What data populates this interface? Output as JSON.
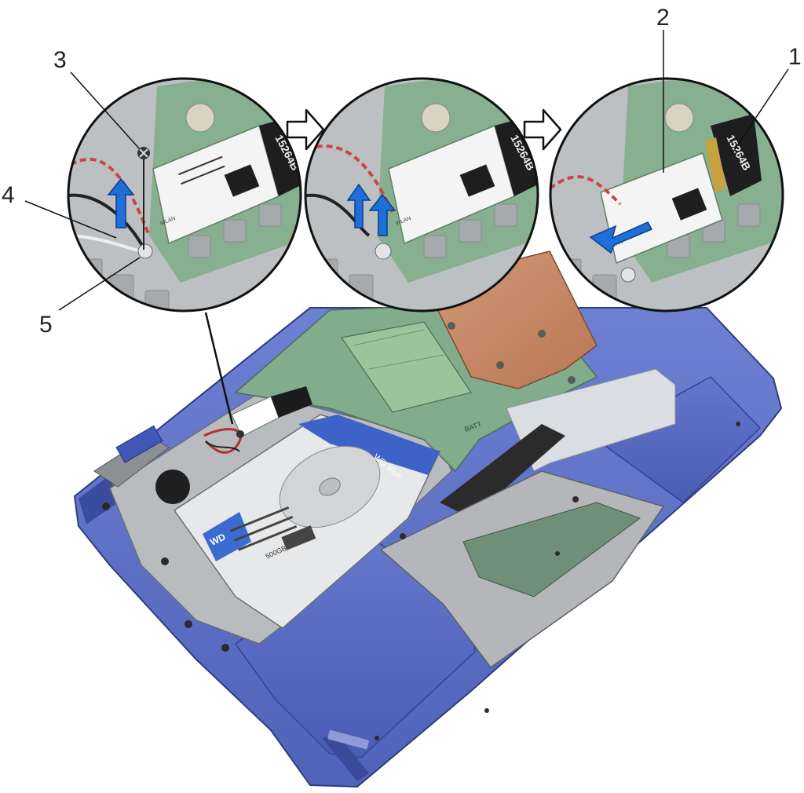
{
  "callouts": [
    {
      "id": "callout-1",
      "label": "1"
    },
    {
      "id": "callout-2",
      "label": "2"
    },
    {
      "id": "callout-3",
      "label": "3"
    },
    {
      "id": "callout-4",
      "label": "4"
    },
    {
      "id": "callout-5",
      "label": "5"
    }
  ],
  "labels": {
    "connector_text": "15264B",
    "card_text": "WLAN",
    "hdd_brand": "WD Blue",
    "hdd_capacity": "500GB",
    "hdd_logo": "WD",
    "batt_text": "BATT"
  },
  "colors": {
    "chassis_blue": "#5b6fc4",
    "chassis_blue_dark": "#3d4f9e",
    "board_green": "#7fae8a",
    "heat_copper": "#c98b66",
    "metal_gray": "#c4c6c8",
    "callout_blue": "#1e6fd9",
    "outline": "#111111"
  },
  "icons": [
    "arrow-right-icon",
    "lift-arrow-icon",
    "slide-arrow-icon",
    "screw-icon"
  ]
}
